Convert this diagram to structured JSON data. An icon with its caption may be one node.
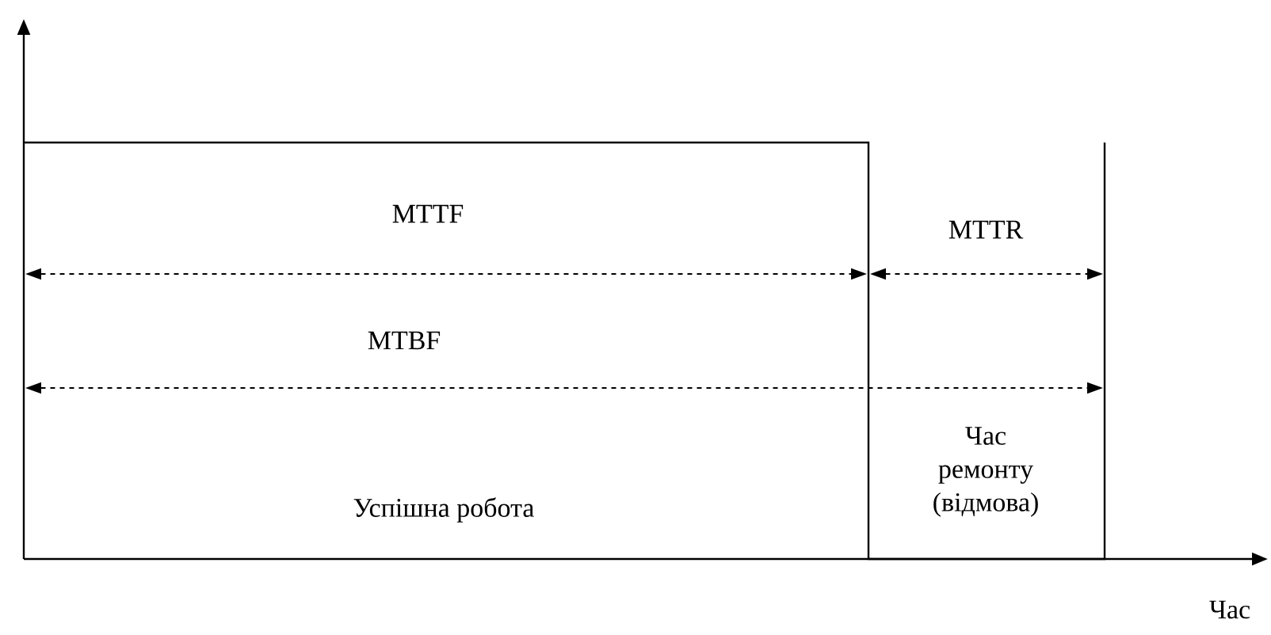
{
  "diagram": {
    "labels": [
      "MTTF",
      "MTTR",
      "MTBF",
      "Час ремонту (відмова)",
      "Успішна робота",
      "Час"
    ]
  }
}
